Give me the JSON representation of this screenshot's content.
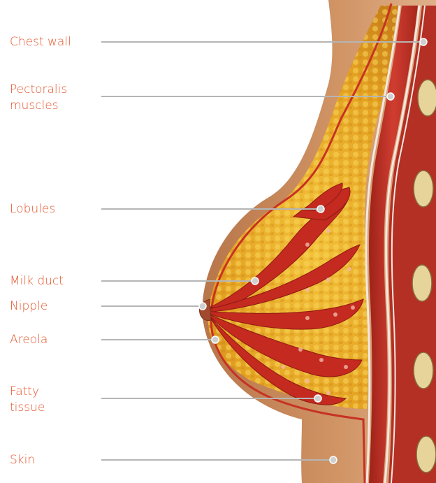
{
  "labels": [
    {
      "id": "chest-wall",
      "text": "Chest wall"
    },
    {
      "id": "pectoralis",
      "text": "Pectoralis\nmuscles"
    },
    {
      "id": "lobules",
      "text": "Lobules"
    },
    {
      "id": "milk-duct",
      "text": "Milk duct"
    },
    {
      "id": "nipple",
      "text": "Nipple"
    },
    {
      "id": "areola",
      "text": "Areola"
    },
    {
      "id": "fatty-tissue",
      "text": "Fatty\ntissue"
    },
    {
      "id": "skin",
      "text": "Skin"
    }
  ],
  "colors": {
    "label_text": "#e4572e",
    "leader_line": "#b5b5b5",
    "skin": "#c98a5c",
    "fat": "#e9a825",
    "lobule": "#c42a1f",
    "muscle": "#b8322a",
    "rib": "#e6d49b"
  }
}
